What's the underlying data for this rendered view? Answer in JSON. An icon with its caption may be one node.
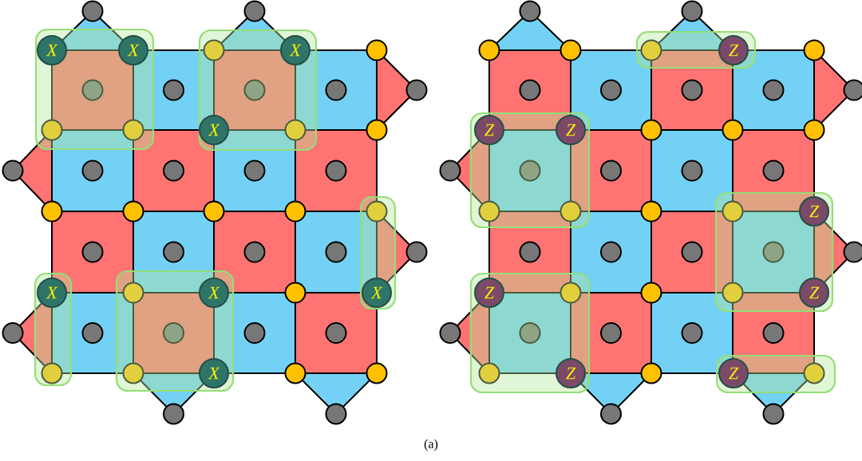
{
  "diagram": {
    "caption": "(a)",
    "nodes": [
      {
        "text": [
          "X"
        ]
      },
      {
        "text": [
          "X"
        ]
      },
      {
        "text": [
          "X"
        ]
      },
      {
        "text": [
          "X"
        ]
      },
      {
        "text": [
          "X"
        ]
      },
      {
        "text": [
          "X"
        ]
      },
      {
        "text": [
          "X"
        ]
      },
      {
        "text": [
          "X"
        ]
      },
      {
        "text": [
          "Z"
        ]
      },
      {
        "text": [
          "Z"
        ]
      },
      {
        "text": [
          "Z"
        ]
      },
      {
        "text": [
          "Z"
        ]
      },
      {
        "text": [
          "Z"
        ]
      },
      {
        "text": [
          "Z"
        ]
      },
      {
        "text": [
          "Z"
        ]
      },
      {
        "text": [
          "Z"
        ]
      }
    ]
  }
}
